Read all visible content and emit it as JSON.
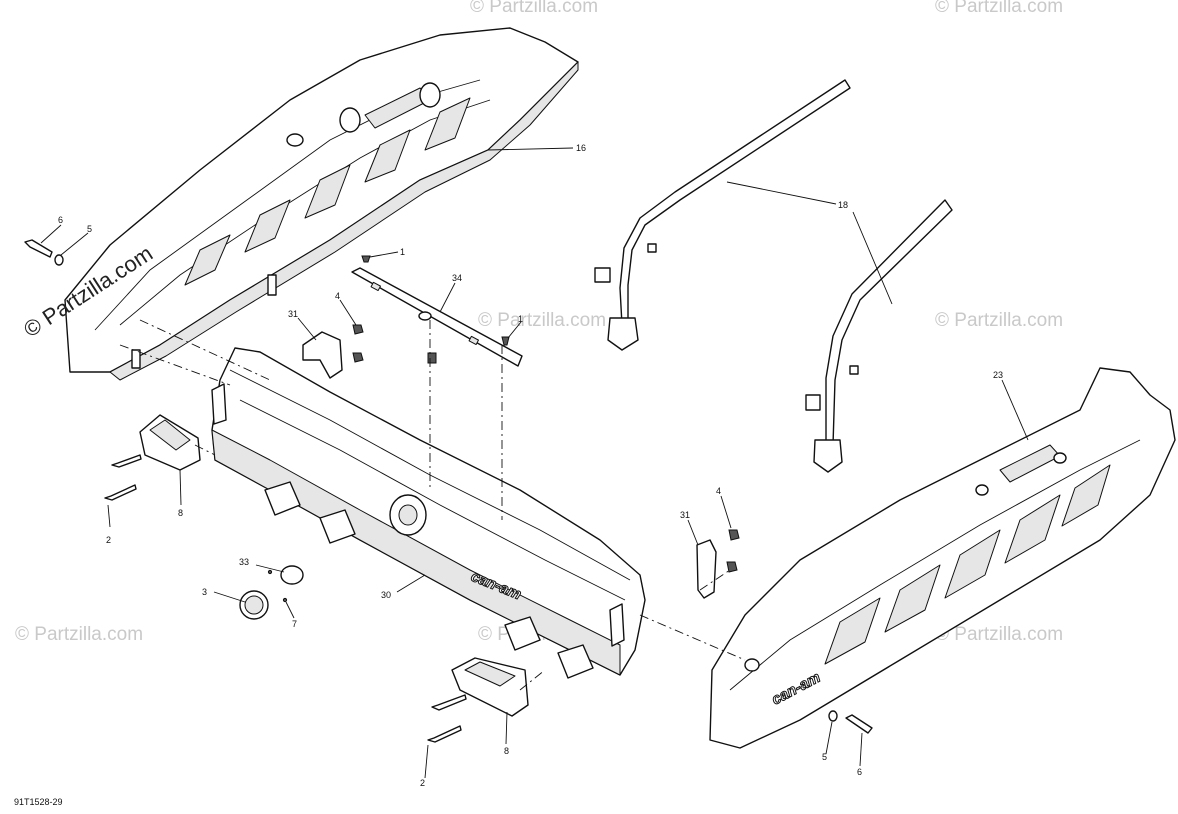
{
  "diagram": {
    "reference_code": "91T1528-29",
    "brand_mark": "can-am",
    "watermark_main": "© Partzilla.com",
    "watermark_faint": "© Partzilla.com"
  },
  "callouts": [
    {
      "id": "c16",
      "label": "16"
    },
    {
      "id": "c18",
      "label": "18"
    },
    {
      "id": "c6a",
      "label": "6"
    },
    {
      "id": "c5a",
      "label": "5"
    },
    {
      "id": "c1a",
      "label": "1"
    },
    {
      "id": "c34",
      "label": "34"
    },
    {
      "id": "c1b",
      "label": "1"
    },
    {
      "id": "c4a",
      "label": "4"
    },
    {
      "id": "c31a",
      "label": "31"
    },
    {
      "id": "c23",
      "label": "23"
    },
    {
      "id": "c8a",
      "label": "8"
    },
    {
      "id": "c2a",
      "label": "2"
    },
    {
      "id": "c4b",
      "label": "4"
    },
    {
      "id": "c31b",
      "label": "31"
    },
    {
      "id": "c33",
      "label": "33"
    },
    {
      "id": "c3",
      "label": "3"
    },
    {
      "id": "c7",
      "label": "7"
    },
    {
      "id": "c30",
      "label": "30"
    },
    {
      "id": "c8b",
      "label": "8"
    },
    {
      "id": "c2b",
      "label": "2"
    },
    {
      "id": "c5b",
      "label": "5"
    },
    {
      "id": "c6b",
      "label": "6"
    }
  ]
}
